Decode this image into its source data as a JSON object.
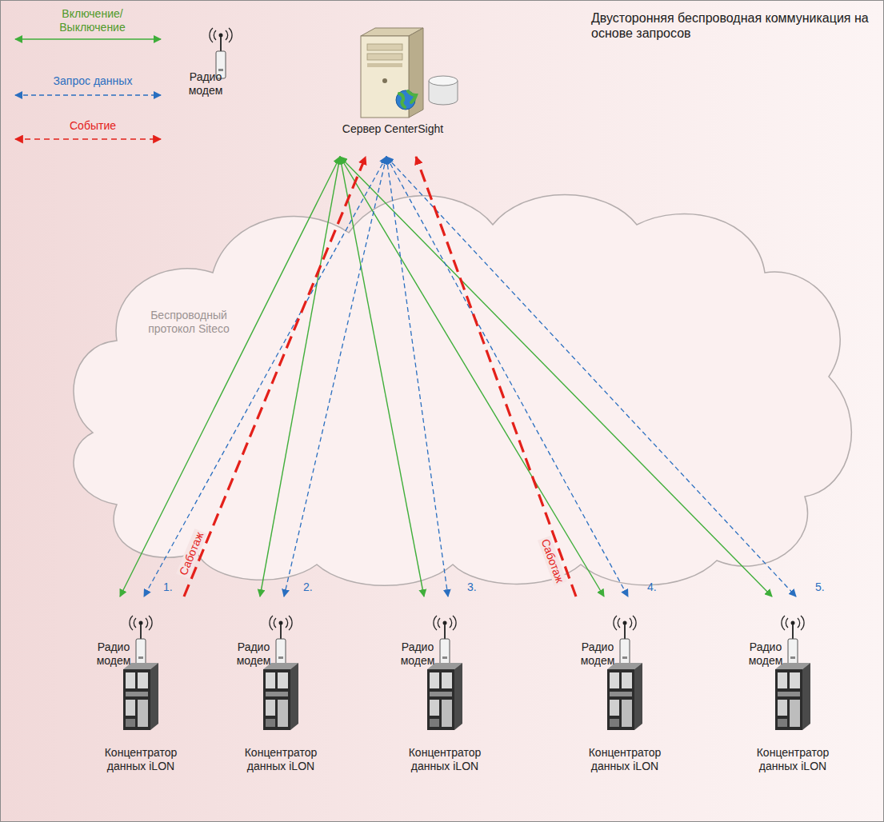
{
  "diagram": {
    "title": "Двусторонняя беспроводная коммуникация на основе запросов",
    "nodes": [
      {
        "text": [
          "Радио модем",
          "Сервер CenterSight"
        ]
      },
      {
        "text": [
          "Беспроводный протокол Siteco"
        ]
      },
      {
        "text": [
          "Радио модем",
          "Концентратор данных iLON"
        ]
      },
      {
        "text": [
          "Радио модем",
          "Концентратор данных iLON"
        ]
      },
      {
        "text": [
          "Радио модем",
          "Концентратор данных iLON"
        ]
      },
      {
        "text": [
          "Радио модем",
          "Концентратор данных iLON"
        ]
      },
      {
        "text": [
          "Радио модем",
          "Концентратор данных iLON"
        ]
      }
    ],
    "edges": [
      {
        "from": 0,
        "to": 2,
        "arrow": "both"
      },
      {
        "from": 0,
        "to": 3,
        "arrow": "both"
      },
      {
        "from": 0,
        "to": 4,
        "arrow": "both"
      },
      {
        "from": 0,
        "to": 5,
        "arrow": "both"
      },
      {
        "from": 0,
        "to": 6,
        "arrow": "both"
      },
      {
        "from": 0,
        "to": 2,
        "arrow": "both"
      },
      {
        "from": 0,
        "to": 3,
        "arrow": "both"
      },
      {
        "from": 0,
        "to": 4,
        "arrow": "both"
      },
      {
        "from": 0,
        "to": 5,
        "arrow": "both"
      },
      {
        "from": 0,
        "to": 6,
        "arrow": "both"
      },
      {
        "from": 2,
        "to": 0,
        "label": "Саботаж",
        "arrow": "to"
      },
      {
        "from": 5,
        "to": 0,
        "label": "Саботаж",
        "arrow": "to"
      }
    ],
    "labels": [
      "1.",
      "2.",
      "3.",
      "4.",
      "5."
    ],
    "legend": [
      {
        "text": "Включение/ Выключение"
      },
      {
        "text": "Запрос данных"
      },
      {
        "text": "Событие"
      }
    ]
  }
}
